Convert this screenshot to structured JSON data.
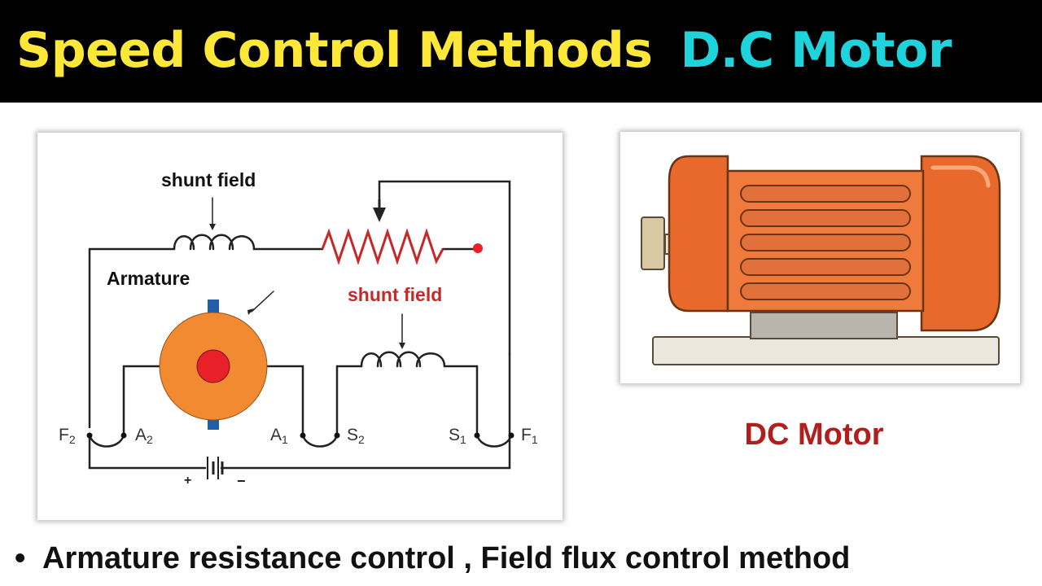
{
  "header": {
    "title_part1": "Speed Control Methods",
    "title_part2": "D.C Motor",
    "title_part1_color": "#fde83a",
    "title_part2_color": "#1fd3dc"
  },
  "circuit": {
    "label_shunt_field_top": "shunt field",
    "label_armature": "Armature",
    "label_shunt_field_series": "shunt field",
    "terminal_f2": "F",
    "terminal_f2_sub": "2",
    "terminal_a2": "A",
    "terminal_a2_sub": "2",
    "terminal_a1": "A",
    "terminal_a1_sub": "1",
    "terminal_s2": "S",
    "terminal_s2_sub": "2",
    "terminal_s1": "S",
    "terminal_s1_sub": "1",
    "terminal_f1": "F",
    "terminal_f1_sub": "1",
    "battery_plus": "+",
    "battery_minus": "−"
  },
  "motor_caption": "DC Motor",
  "bullet": {
    "symbol": "•",
    "text": "Armature resistance control , Field flux control method"
  },
  "colors": {
    "banner_bg": "#000000",
    "resistor": "#c62828",
    "armature": "#f28a32",
    "armature_core": "#e8202a",
    "brush": "#1f5fa8",
    "motor_body": "#e9692c",
    "caption": "#b01e1e"
  }
}
